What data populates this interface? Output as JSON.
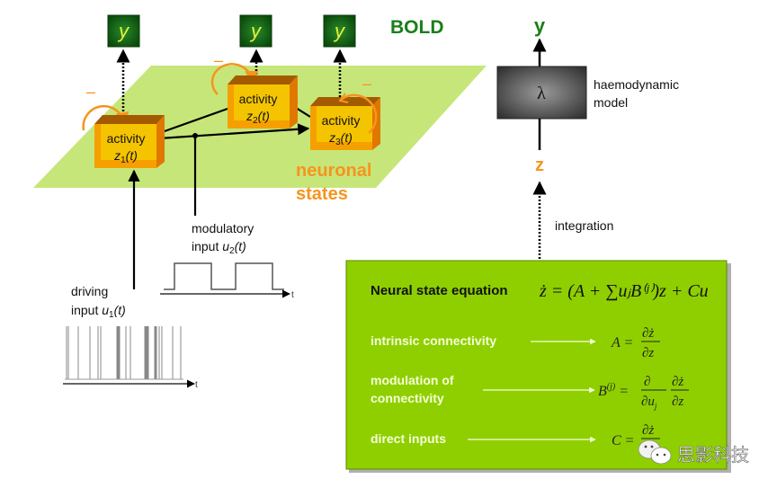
{
  "diagram": {
    "bold_label": "BOLD",
    "y_label": "y",
    "neuronal_states_label": [
      "neuronal",
      "states"
    ],
    "nodes": [
      {
        "label": "activity",
        "var": "z",
        "sub": "1",
        "arg": "(t)"
      },
      {
        "label": "activity",
        "var": "z",
        "sub": "2",
        "arg": "(t)"
      },
      {
        "label": "activity",
        "var": "z",
        "sub": "3",
        "arg": "(t)"
      }
    ],
    "self_connection_sign": "–",
    "modulatory_input": {
      "line1": "modulatory",
      "line2_prefix": "input ",
      "var": "u",
      "sub": "2",
      "arg": "(t)"
    },
    "driving_input": {
      "line1": "driving",
      "line2_prefix": "input ",
      "var": "u",
      "sub": "1",
      "arg": "(t)"
    },
    "time_axis_label": "t",
    "haemodynamic": {
      "output": "y",
      "symbol": "λ",
      "label_line1": "haemodynamic",
      "label_line2": "model",
      "input": "z",
      "integration_label": "integration"
    },
    "equation_box": {
      "title": "Neural state equation",
      "equation": "ż = (A + ∑uⱼB⁽ʲ⁾)z + Cu",
      "rows": [
        {
          "label": [
            "intrinsic connectivity"
          ],
          "formula": "A = ∂ż/∂z"
        },
        {
          "label": [
            "modulation of",
            "connectivity"
          ],
          "formula": "B⁽ʲ⁾ = ∂/∂uⱼ · ∂ż/∂z"
        },
        {
          "label": [
            "direct inputs"
          ],
          "formula": "C = ∂ż/∂u"
        }
      ]
    },
    "watermark": "思影科技",
    "colors": {
      "plane": "#c6e67a",
      "box_front": "#f5c000",
      "box_side": "#e07800",
      "orange": "#f7941d",
      "y_box": "#0e5c12",
      "y_text": "#e7f03c",
      "bold_green": "#1a7f1a",
      "eq_box": "#8fcf00",
      "haemo_box": "#555555"
    }
  }
}
